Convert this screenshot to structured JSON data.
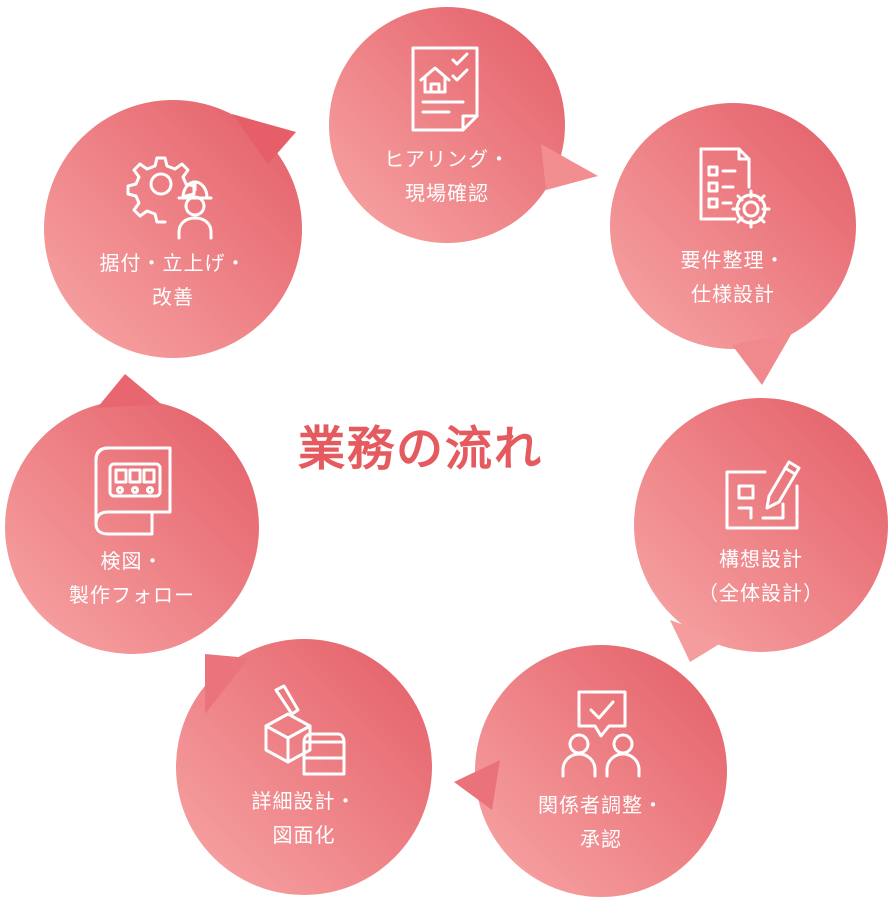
{
  "title": "業務の流れ",
  "colors": {
    "bubble_light": "#f7a1a2",
    "bubble_dark": "#e45e66",
    "title": "#e55a5f",
    "icon_stroke": "#ffffff"
  },
  "steps": [
    {
      "icon": "document-house-check-icon",
      "line1": "ヒアリング・",
      "line2": "現場確認"
    },
    {
      "icon": "document-gear-icon",
      "line1": "要件整理・",
      "line2": "仕様設計"
    },
    {
      "icon": "blueprint-pencil-icon",
      "line1": "構想設計",
      "line2": "（全体設計）"
    },
    {
      "icon": "people-approval-icon",
      "line1": "関係者調整・",
      "line2": "承認"
    },
    {
      "icon": "boxes-pencil-icon",
      "line1": "詳細設計・",
      "line2": "図面化"
    },
    {
      "icon": "drawing-conveyor-icon",
      "line1": "検図・",
      "line2": "製作フォロー"
    },
    {
      "icon": "gear-worker-icon",
      "line1": "据付・立上げ・",
      "line2": "改善"
    }
  ]
}
